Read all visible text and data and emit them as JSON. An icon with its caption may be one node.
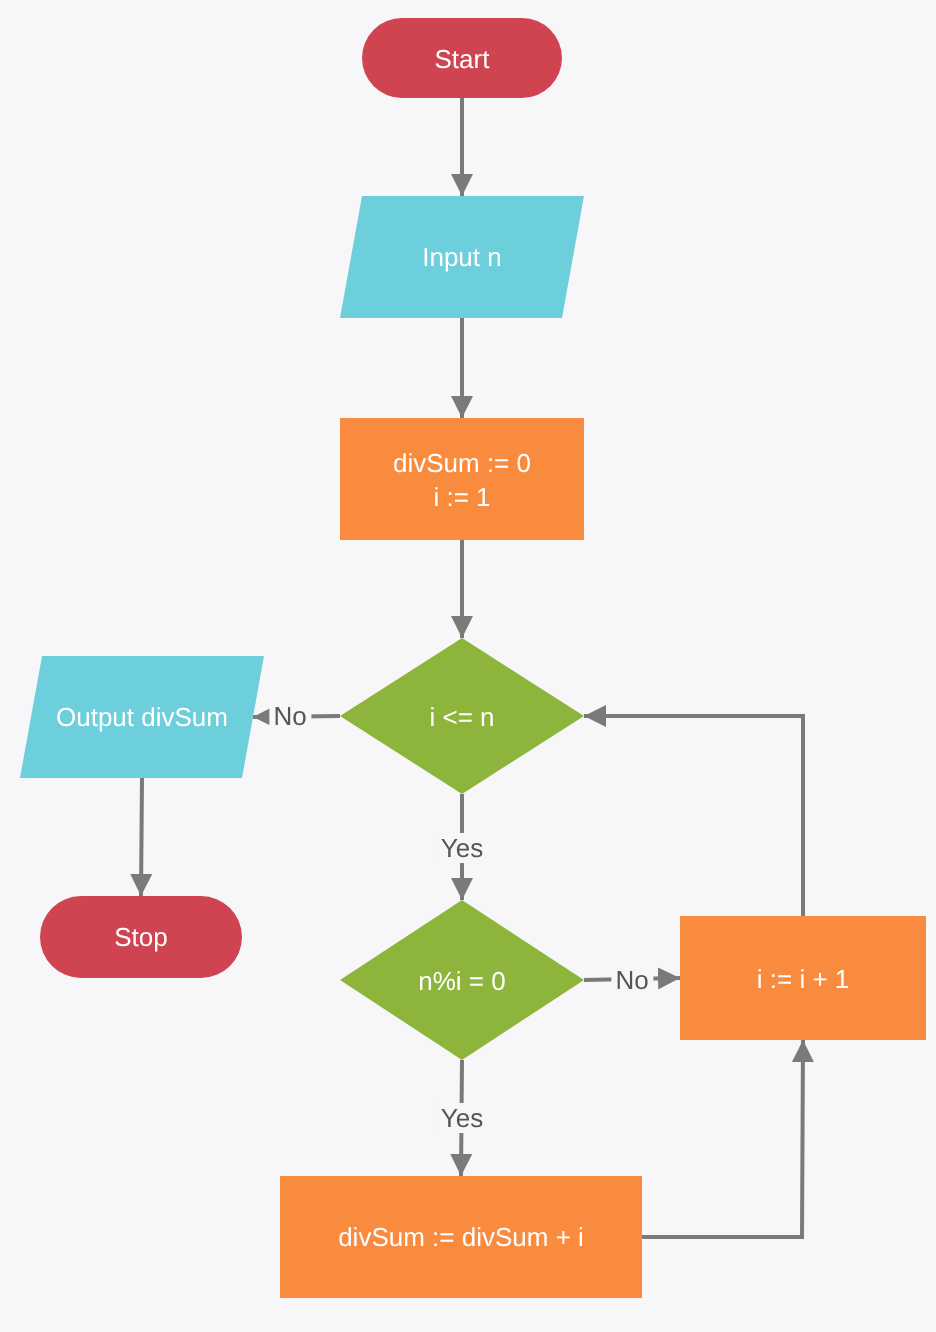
{
  "diagram": {
    "nodes": [
      {
        "text": [
          "Start"
        ]
      },
      {
        "text": [
          "Input n"
        ]
      },
      {
        "text": [
          "divSum := 0",
          "i := 1"
        ]
      },
      {
        "text": [
          "i <= n"
        ]
      },
      {
        "text": [
          "Output divSum"
        ]
      },
      {
        "text": [
          "Stop"
        ]
      },
      {
        "text": [
          "n%i = 0"
        ]
      },
      {
        "text": [
          "i := i + 1"
        ]
      },
      {
        "text": [
          "divSum := divSum + i"
        ]
      }
    ],
    "edges": [
      {
        "from": 0,
        "to": 1,
        "arrow": "to"
      },
      {
        "from": 1,
        "to": 2,
        "arrow": "to"
      },
      {
        "from": 2,
        "to": 3,
        "arrow": "to"
      },
      {
        "from": 3,
        "to": 4,
        "arrow": "to",
        "label": "No"
      },
      {
        "from": 4,
        "to": 5,
        "arrow": "to"
      },
      {
        "from": 3,
        "to": 6,
        "arrow": "to",
        "label": "Yes"
      },
      {
        "from": 6,
        "to": 7,
        "arrow": "to",
        "label": "No"
      },
      {
        "from": 6,
        "to": 8,
        "arrow": "to",
        "label": "Yes"
      },
      {
        "from": 8,
        "to": 7,
        "arrow": "to"
      },
      {
        "from": 7,
        "to": 3,
        "arrow": "to"
      }
    ]
  }
}
